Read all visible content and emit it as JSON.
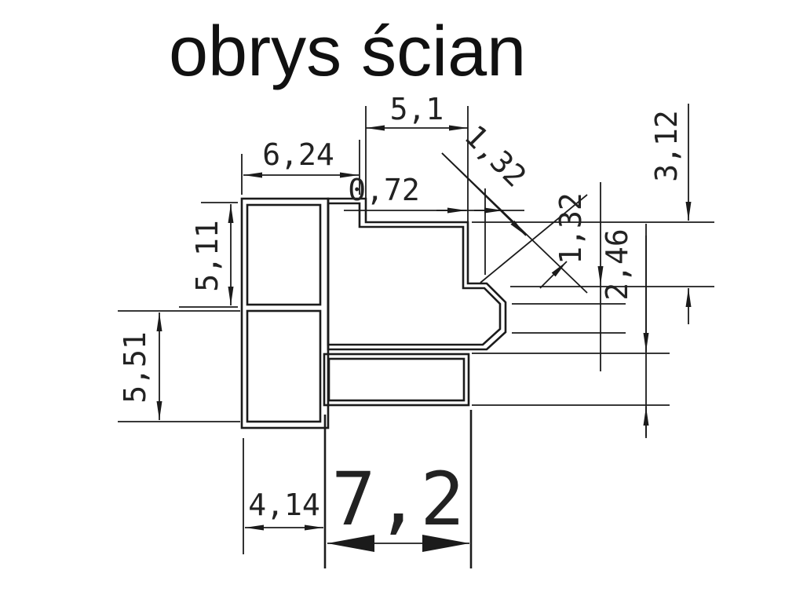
{
  "title": "obrys ścian",
  "colors": {
    "line": "#1b1b1b",
    "background": "#ffffff",
    "text": "#111111"
  },
  "dimensions": {
    "top_width": "5,1",
    "upper_left_width": "6,24",
    "step_offset": "0,72",
    "chamfer_upper": "1,32",
    "chamfer_lower": "1,32",
    "right_upper_height": "3,12",
    "right_lower_height": "2,46",
    "left_upper_height": "5,11",
    "left_lower_height": "5,51",
    "bottom_left_width": "4,14",
    "bottom_total_width": "7,2"
  }
}
